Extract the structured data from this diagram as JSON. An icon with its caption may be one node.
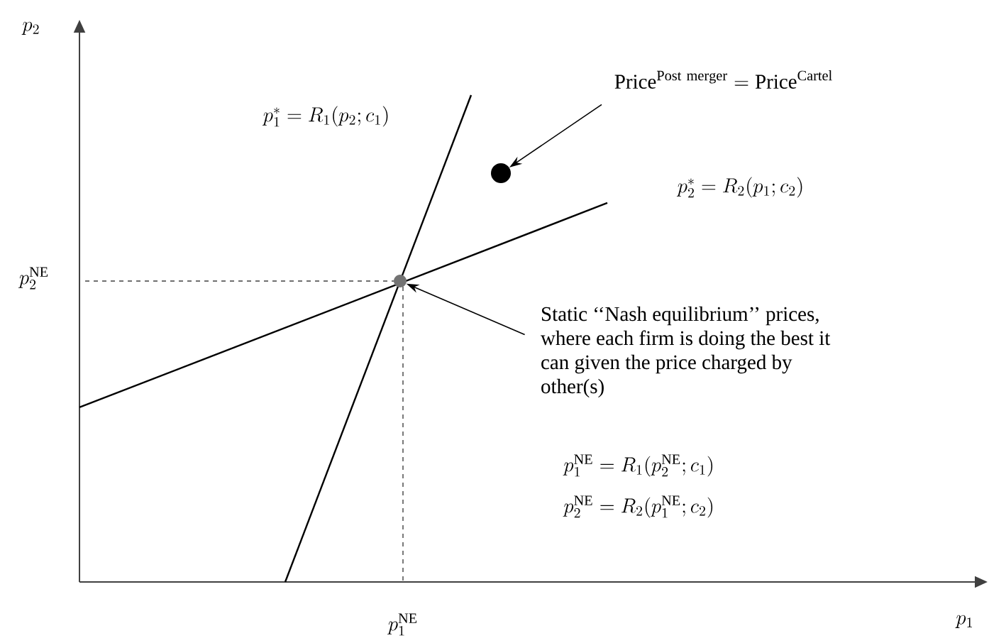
{
  "diagram": {
    "nodes": [
      {
        "text": [
          "\\mathrm{Price}^{\\mathrm{Post\\ merger}} = \\mathrm{Price}^{\\mathrm{Cartel}}"
        ]
      },
      {
        "text": [],
        "shape": "circle"
      },
      {
        "text": [
          "Static ‘‘Nash equilibrium’’ prices, where each firm is doing the best it can given the price charged by other(s)"
        ]
      },
      {
        "text": [],
        "shape": "circle"
      }
    ],
    "edges": [
      {
        "from": 0,
        "to": 1,
        "arrow": "to"
      },
      {
        "from": 2,
        "to": 3,
        "arrow": "to"
      }
    ],
    "labels": [
      "p_2",
      "p_1^{*} = R_1(p_2; c_1)",
      "p_2^{*} = R_2(p_1; c_2)",
      "p_2^{\\mathrm{NE}}",
      "p_1^{\\mathrm{NE}} = R_1(p_2^{\\mathrm{NE}}; c_1)",
      "p_2^{\\mathrm{NE}} = R_2(p_1^{\\mathrm{NE}}; c_2)",
      "p_1^{\\mathrm{NE}}",
      "p_1"
    ]
  }
}
